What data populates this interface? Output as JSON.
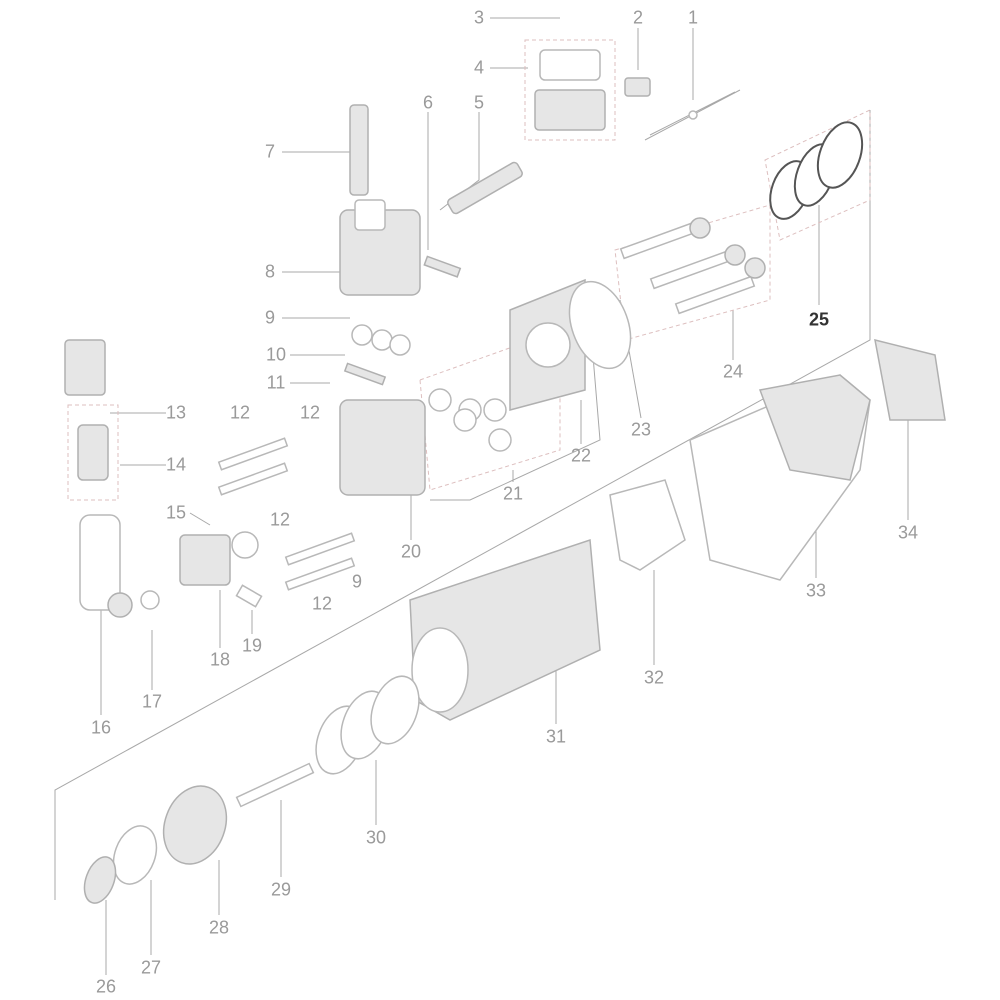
{
  "diagram": {
    "type": "exploded-parts-view",
    "highlighted_part": "25",
    "colors": {
      "label": "#9a9a9a",
      "highlight": "#333333",
      "part_stroke": "#b8b8b8"
    },
    "labels": [
      "1",
      "2",
      "3",
      "4",
      "5",
      "6",
      "7",
      "8",
      "9",
      "10",
      "11",
      "12",
      "12",
      "13",
      "14",
      "15",
      "12",
      "12",
      "9",
      "20",
      "21",
      "22",
      "23",
      "24",
      "25",
      "34",
      "33",
      "32",
      "31",
      "16",
      "17",
      "18",
      "19",
      "30",
      "29",
      "28",
      "27",
      "26"
    ]
  }
}
